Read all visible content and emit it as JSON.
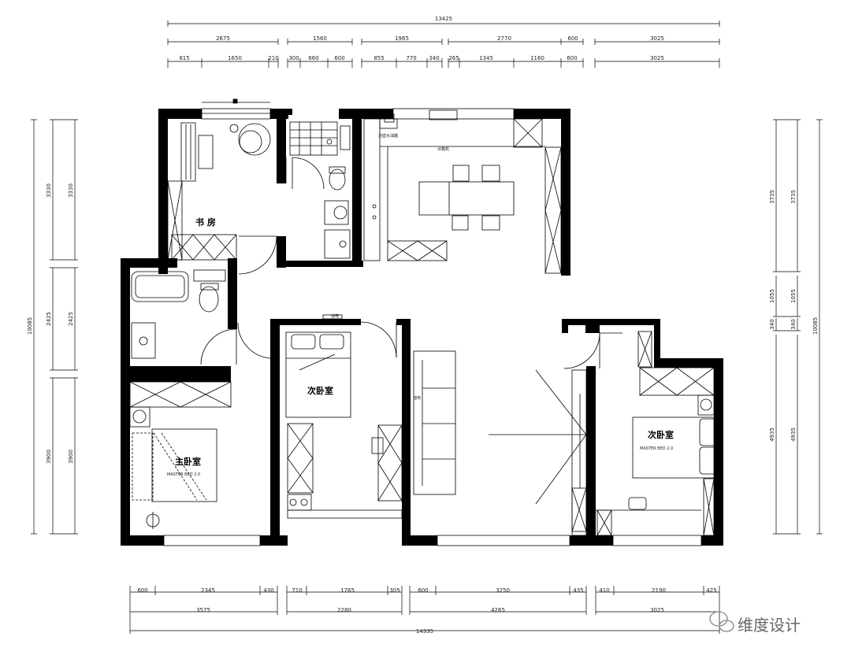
{
  "rooms": {
    "study": "书 房",
    "second_bedroom_left": "次卧室",
    "master_bedroom": "主卧室",
    "second_bedroom_right": "次卧室"
  },
  "annotations": {
    "water_heater": "浴壁水油器",
    "fridge": "冰箱机",
    "tv_top": "插电",
    "tv_side": "插电",
    "bed_label_left": "MASTER BED 2.0",
    "bed_label_right": "MASTER BED 2.0"
  },
  "dimensions": {
    "top_total": "13425",
    "top_row2": [
      "2675",
      "1560",
      "1965",
      "2770",
      "600",
      "3025"
    ],
    "top_row3": [
      "815",
      "1650",
      "210",
      "300",
      "660",
      "600",
      "855",
      "770",
      "340",
      "265",
      "1345",
      "1160",
      "600",
      "3025"
    ],
    "left_total": "10085",
    "left_row": [
      "3330",
      "2425",
      "3900"
    ],
    "left_row_inner": [
      "3330",
      "2425",
      "3900"
    ],
    "right_total": "10085",
    "right_row": [
      "3735",
      "1055",
      "340",
      "4935"
    ],
    "right_row_inner": [
      "3735",
      "1055",
      "340",
      "4935"
    ],
    "bottom_row1": [
      "600",
      "2345",
      "430",
      "710",
      "1765",
      "305",
      "600",
      "3250",
      "435",
      "410",
      "2190",
      "425"
    ],
    "bottom_row2": [
      "3575",
      "2280",
      "4265",
      "3025"
    ],
    "bottom_total": "14335"
  },
  "watermark": "维度设计"
}
